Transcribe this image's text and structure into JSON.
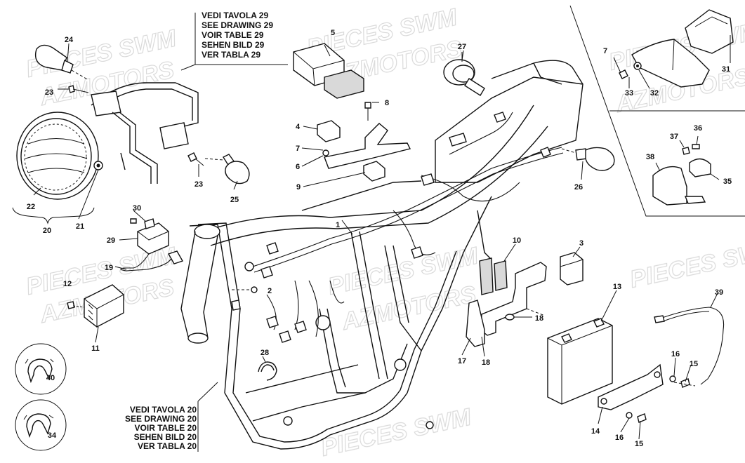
{
  "watermark": {
    "line1": "PIECES SWM",
    "line2": "AZMOTORS"
  },
  "references": {
    "top": [
      "VEDI TAVOLA 29",
      "SEE DRAWING 29",
      "VOIR TABLE 29",
      "SEHEN BILD 29",
      "VER TABLA 29"
    ],
    "bottom": [
      "VEDI TAVOLA 20",
      "SEE DRAWING 20",
      "VOIR TABLE 20",
      "SEHEN BILD 20",
      "VER TABLA 20"
    ]
  },
  "callouts": [
    {
      "id": "24",
      "text": "24"
    },
    {
      "id": "23a",
      "text": "23"
    },
    {
      "id": "22",
      "text": "22"
    },
    {
      "id": "20",
      "text": "20"
    },
    {
      "id": "21",
      "text": "21"
    },
    {
      "id": "23b",
      "text": "23"
    },
    {
      "id": "25",
      "text": "25"
    },
    {
      "id": "5",
      "text": "5"
    },
    {
      "id": "27",
      "text": "27"
    },
    {
      "id": "8",
      "text": "8"
    },
    {
      "id": "4",
      "text": "4"
    },
    {
      "id": "7a",
      "text": "7"
    },
    {
      "id": "6",
      "text": "6"
    },
    {
      "id": "9",
      "text": "9"
    },
    {
      "id": "1",
      "text": "1"
    },
    {
      "id": "26",
      "text": "26"
    },
    {
      "id": "7b",
      "text": "7"
    },
    {
      "id": "33",
      "text": "33"
    },
    {
      "id": "32",
      "text": "32"
    },
    {
      "id": "31",
      "text": "31"
    },
    {
      "id": "37",
      "text": "37"
    },
    {
      "id": "36",
      "text": "36"
    },
    {
      "id": "38",
      "text": "38"
    },
    {
      "id": "35",
      "text": "35"
    },
    {
      "id": "30",
      "text": "30"
    },
    {
      "id": "29",
      "text": "29"
    },
    {
      "id": "19",
      "text": "19"
    },
    {
      "id": "12",
      "text": "12"
    },
    {
      "id": "11",
      "text": "11"
    },
    {
      "id": "2",
      "text": "2"
    },
    {
      "id": "10",
      "text": "10"
    },
    {
      "id": "3",
      "text": "3"
    },
    {
      "id": "13",
      "text": "13"
    },
    {
      "id": "39",
      "text": "39"
    },
    {
      "id": "18a",
      "text": "18"
    },
    {
      "id": "17",
      "text": "17"
    },
    {
      "id": "18b",
      "text": "18"
    },
    {
      "id": "16a",
      "text": "16"
    },
    {
      "id": "15a",
      "text": "15"
    },
    {
      "id": "28",
      "text": "28"
    },
    {
      "id": "40",
      "text": "40"
    },
    {
      "id": "34",
      "text": "34"
    },
    {
      "id": "14",
      "text": "14"
    },
    {
      "id": "16b",
      "text": "16"
    },
    {
      "id": "15b",
      "text": "15"
    }
  ]
}
